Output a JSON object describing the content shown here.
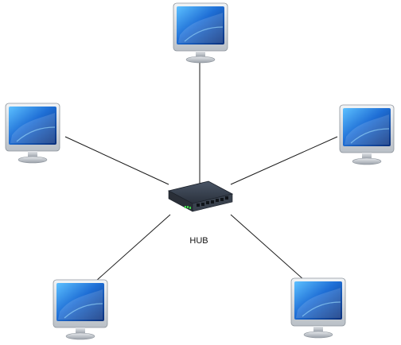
{
  "hub": {
    "label": "HUB",
    "icon": "network-hub-icon"
  },
  "nodes": [
    {
      "name": "computer-top",
      "icon": "monitor-icon"
    },
    {
      "name": "computer-left",
      "icon": "monitor-icon"
    },
    {
      "name": "computer-right",
      "icon": "monitor-icon"
    },
    {
      "name": "computer-bottom-left",
      "icon": "monitor-icon"
    },
    {
      "name": "computer-bottom-right",
      "icon": "monitor-icon"
    }
  ],
  "colors": {
    "link": "#1a1a1a",
    "screen_dark": "#0a3a8c",
    "screen_light": "#4aa8ff",
    "bezel": "#d9dde2",
    "hub_body": "#2c3440",
    "hub_led": "#3fd84a"
  }
}
